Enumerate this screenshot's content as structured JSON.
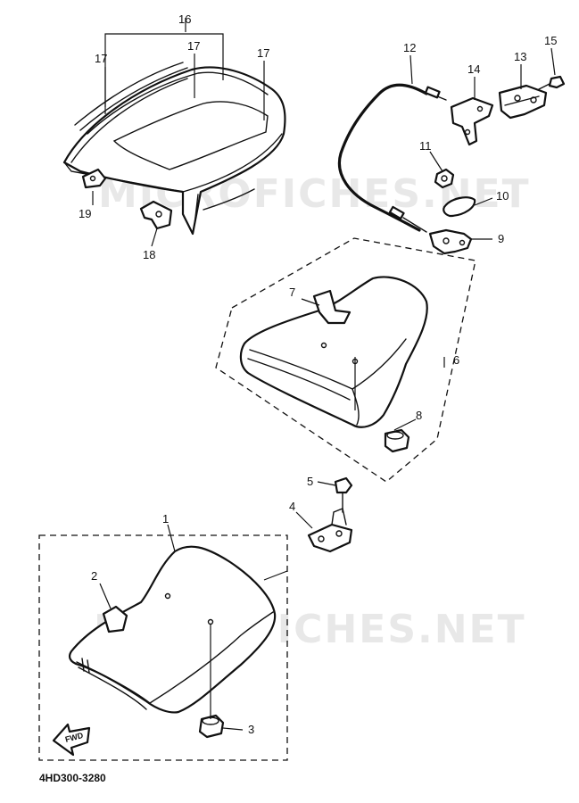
{
  "callouts": [
    {
      "id": "16",
      "text": "16"
    },
    {
      "id": "17a",
      "text": "17"
    },
    {
      "id": "17b",
      "text": "17"
    },
    {
      "id": "17c",
      "text": "17"
    },
    {
      "id": "19",
      "text": "19"
    },
    {
      "id": "18",
      "text": "18"
    },
    {
      "id": "12",
      "text": "12"
    },
    {
      "id": "14",
      "text": "14"
    },
    {
      "id": "13",
      "text": "13"
    },
    {
      "id": "15",
      "text": "15"
    },
    {
      "id": "11",
      "text": "11"
    },
    {
      "id": "10",
      "text": "10"
    },
    {
      "id": "9",
      "text": "9"
    },
    {
      "id": "7",
      "text": "7"
    },
    {
      "id": "6",
      "text": "6"
    },
    {
      "id": "8",
      "text": "8"
    },
    {
      "id": "5",
      "text": "5"
    },
    {
      "id": "4",
      "text": "4"
    },
    {
      "id": "1",
      "text": "1"
    },
    {
      "id": "2",
      "text": "2"
    },
    {
      "id": "3",
      "text": "3"
    }
  ],
  "watermark": "MICROFICHES.NET",
  "diagram_code": "4HD300-3280",
  "fwd_label": "FWD"
}
